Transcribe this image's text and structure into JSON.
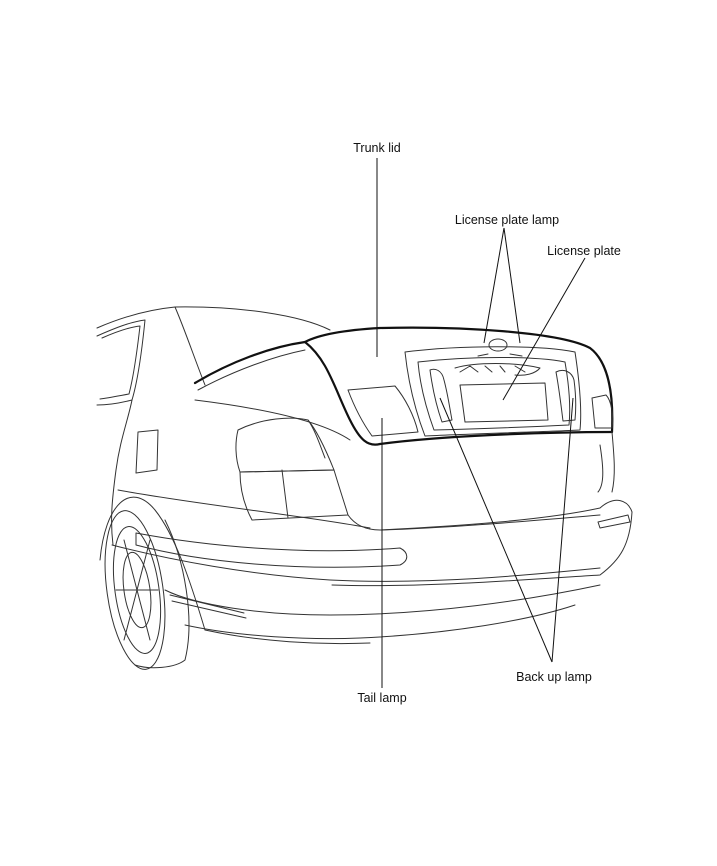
{
  "diagram": {
    "labels": {
      "trunk_lid": "Trunk lid",
      "license_plate_lamp": "License plate lamp",
      "license_plate": "License plate",
      "back_up_lamp": "Back up lamp",
      "tail_lamp": "Tail lamp"
    },
    "colors": {
      "line": "#333333",
      "heavy_line": "#111111",
      "background": "#ffffff"
    }
  }
}
